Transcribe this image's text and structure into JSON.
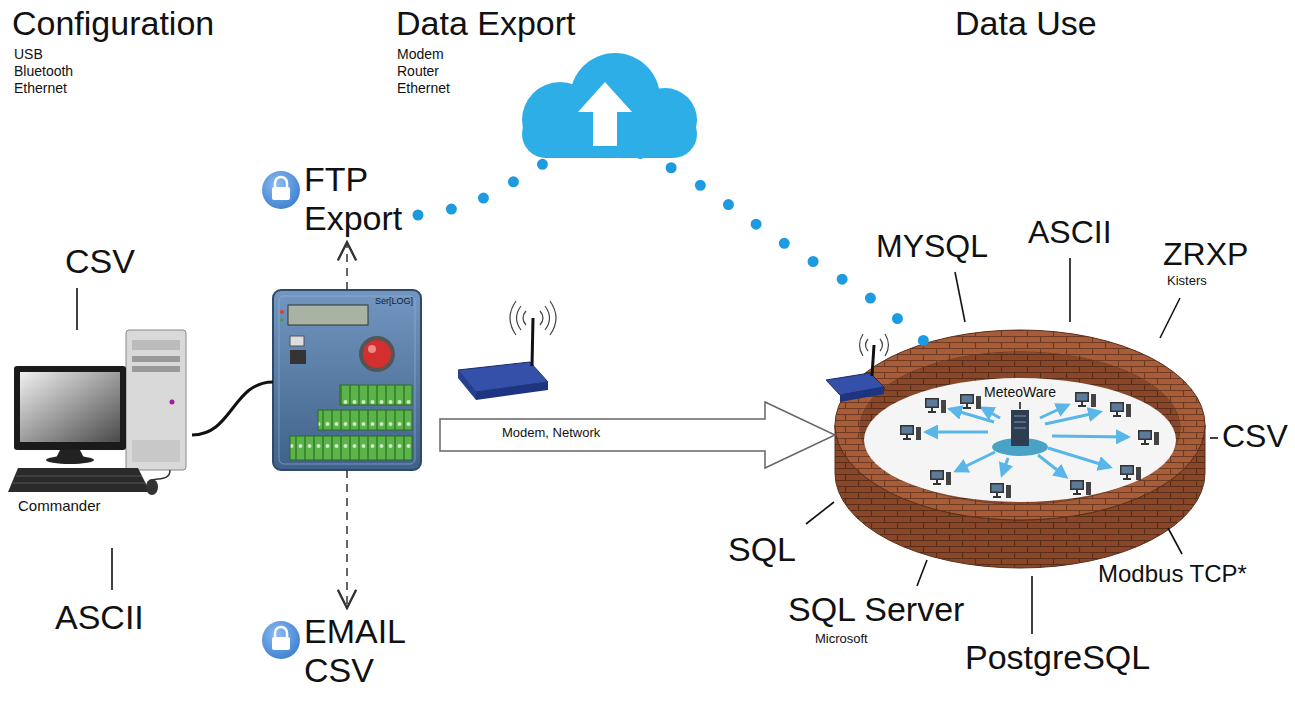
{
  "diagram": {
    "nodes": [
      {
        "text": [
          "Commander"
        ]
      },
      {
        "text": [
          "FTP Export"
        ]
      },
      {
        "text": [
          "Ser[LOG]"
        ]
      },
      {
        "text": [
          "EMAIL CSV"
        ]
      },
      {
        "text": [
          "MeteoWare"
        ]
      }
    ],
    "edges": [
      {
        "from": 0,
        "to": 2,
        "arrow": "none"
      },
      {
        "from": 2,
        "to": 1,
        "arrow": "to"
      },
      {
        "from": 2,
        "to": 3,
        "arrow": "to"
      },
      {
        "from": 2,
        "to": 4,
        "arrow": "to",
        "label": "Modem, Network"
      },
      {
        "from": 1,
        "to": 4,
        "arrow": "none"
      }
    ],
    "labels": [
      "Configuration",
      "USB",
      "Bluetooth",
      "Ethernet",
      "Data Export",
      "Modem",
      "Router",
      "Ethernet",
      "Data Use",
      "CSV",
      "ASCII",
      "MYSQL",
      "ASCII",
      "ZRXP",
      "Kisters",
      "CSV",
      "Modbus TCP*",
      "PostgreSQL",
      "SQL Server",
      "Microsoft",
      "SQL"
    ]
  }
}
